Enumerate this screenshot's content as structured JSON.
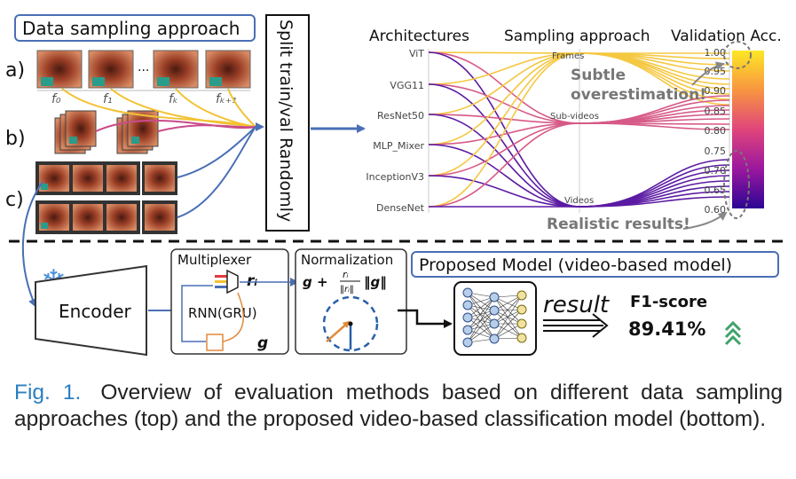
{
  "figure": {
    "sampling_title": "Data sampling approach",
    "row_labels": [
      "a)",
      "b)",
      "c)"
    ],
    "frame_labels": [
      "f₀",
      "f₁",
      "fₖ",
      "fₖ₊₁"
    ],
    "ellipsis": "...",
    "split_label": "Split train/val Randomly",
    "chart_headers": {
      "architectures": "Architectures",
      "sampling": "Sampling approach",
      "validation": "Validation Acc."
    },
    "architectures": [
      "ViT",
      "VGG11",
      "ResNet50",
      "MLP_Mixer",
      "InceptionV3",
      "DenseNet"
    ],
    "sampling_approaches": [
      "Frames",
      "Sub-videos",
      "Videos"
    ],
    "acc_ticks": [
      "1.00",
      "0.95",
      "0.90",
      "0.85",
      "0.80",
      "0.75",
      "0.70",
      "0.65",
      "0.60"
    ],
    "annotations": {
      "subtle_line1": "Subtle",
      "subtle_line2": "overestimation!",
      "realistic": "Realistic results!"
    },
    "proposed_title": "Proposed Model (video-based model)",
    "encoder": "Encoder",
    "multiplexer": "Multiplexer",
    "rnn": "RNN(GRU)",
    "r_i": "rᵢ",
    "g": "g",
    "normalization": "Normalization",
    "norm_formula_lhs": "g +",
    "norm_frac_num": "rᵢ",
    "norm_frac_den": "‖rᵢ‖",
    "norm_formula_rhs": "‖g‖",
    "result": "result",
    "f1_label": "F1-score",
    "f1_value": "89.41%"
  },
  "caption": {
    "label": "Fig. 1.",
    "text": "Overview of evaluation methods based on different data sampling approaches (top) and the proposed video-based classification model (bottom)."
  }
}
